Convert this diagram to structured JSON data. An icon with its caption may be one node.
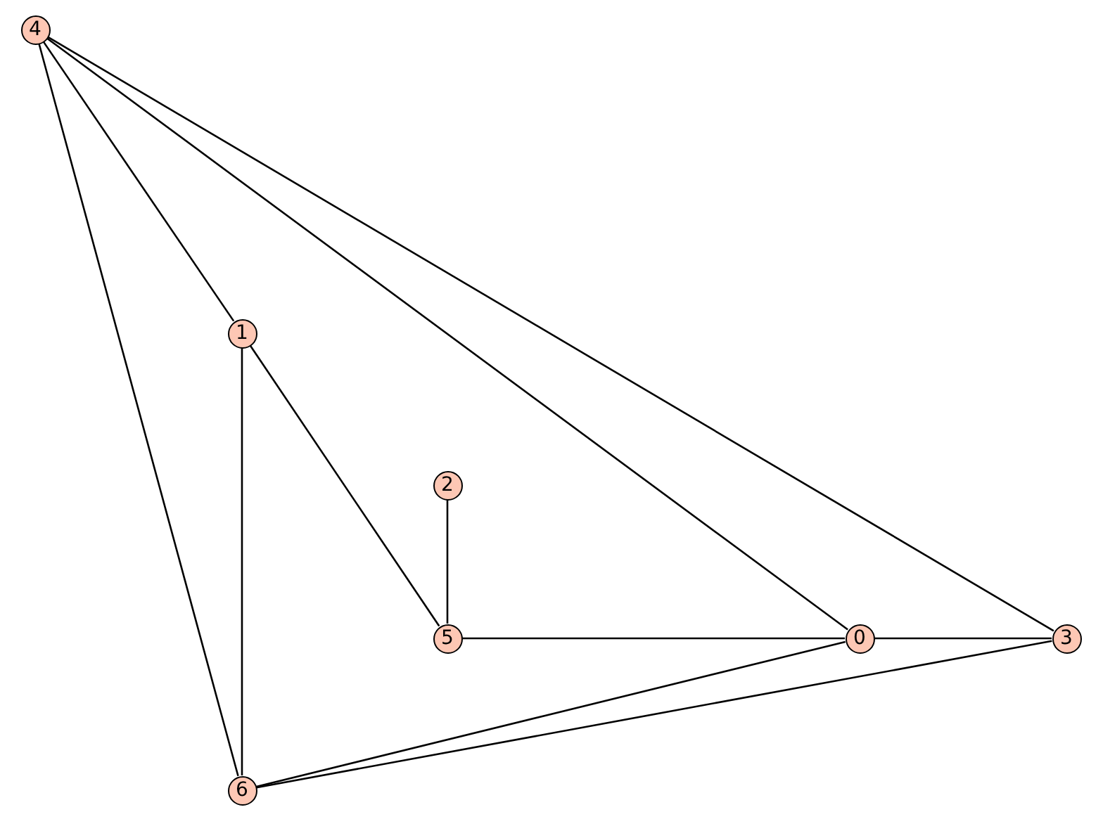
{
  "diagram": {
    "nodes": [
      {
        "text": [
          "4"
        ]
      },
      {
        "text": [
          "1"
        ]
      },
      {
        "text": [
          "2"
        ]
      },
      {
        "text": [
          "5"
        ]
      },
      {
        "text": [
          "0"
        ]
      },
      {
        "text": [
          "3"
        ]
      },
      {
        "text": [
          "6"
        ]
      }
    ],
    "edges": [
      {
        "from": 0,
        "to": 1,
        "arrow": "none"
      },
      {
        "from": 0,
        "to": 4,
        "arrow": "none"
      },
      {
        "from": 0,
        "to": 5,
        "arrow": "none"
      },
      {
        "from": 0,
        "to": 6,
        "arrow": "none"
      },
      {
        "from": 1,
        "to": 3,
        "arrow": "none"
      },
      {
        "from": 1,
        "to": 6,
        "arrow": "none"
      },
      {
        "from": 2,
        "to": 3,
        "arrow": "none"
      },
      {
        "from": 3,
        "to": 4,
        "arrow": "none"
      },
      {
        "from": 4,
        "to": 5,
        "arrow": "none"
      },
      {
        "from": 4,
        "to": 6,
        "arrow": "none"
      },
      {
        "from": 5,
        "to": 6,
        "arrow": "none"
      }
    ]
  }
}
